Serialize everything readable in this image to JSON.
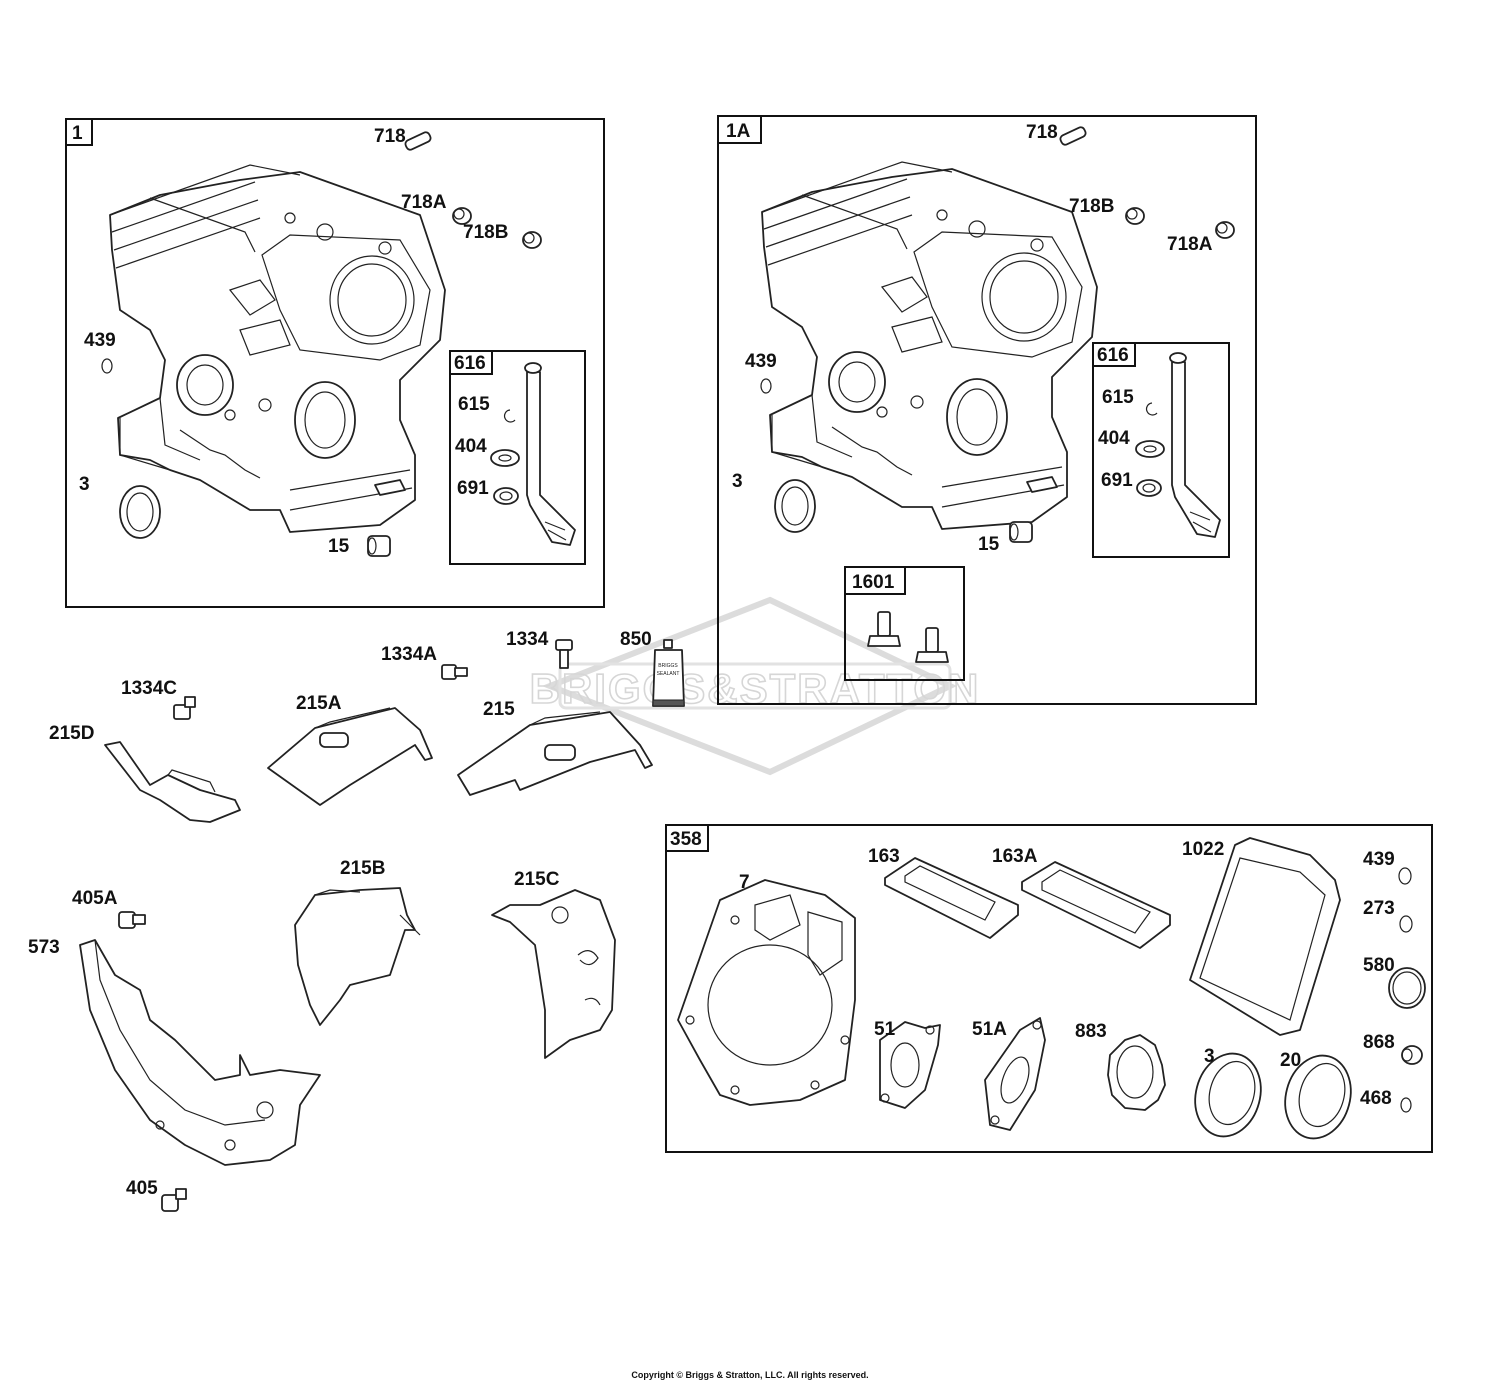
{
  "boxes": {
    "box_1": "1",
    "box_1a": "1A",
    "box_616_left": "616",
    "box_616_right": "616",
    "box_1601": "1601",
    "box_358": "358"
  },
  "labels": {
    "b1_718": "718",
    "b1_718A": "718A",
    "b1_718B": "718B",
    "b1_439": "439",
    "b1_3": "3",
    "b1_15": "15",
    "b1_615": "615",
    "b1_404": "404",
    "b1_691": "691",
    "b2_718": "718",
    "b2_718B": "718B",
    "b2_718A": "718A",
    "b2_439": "439",
    "b2_3": "3",
    "b2_15": "15",
    "b2_615": "615",
    "b2_404": "404",
    "b2_691": "691",
    "p_1334": "1334",
    "p_850": "850",
    "p_1334A": "1334A",
    "p_1334C": "1334C",
    "p_215A": "215A",
    "p_215": "215",
    "p_215D": "215D",
    "p_215B": "215B",
    "p_215C": "215C",
    "p_405A": "405A",
    "p_573": "573",
    "p_405": "405",
    "g_7": "7",
    "g_163": "163",
    "g_163A": "163A",
    "g_1022": "1022",
    "g_439": "439",
    "g_273": "273",
    "g_580": "580",
    "g_868": "868",
    "g_468": "468",
    "g_51": "51",
    "g_51A": "51A",
    "g_883": "883",
    "g_3": "3",
    "g_20": "20"
  },
  "tube_text": [
    "BRIGGS",
    "SEALANT"
  ],
  "watermark": "BRIGGS&STRATTON",
  "copyright": "Copyright © Briggs & Stratton, LLC. All rights reserved."
}
